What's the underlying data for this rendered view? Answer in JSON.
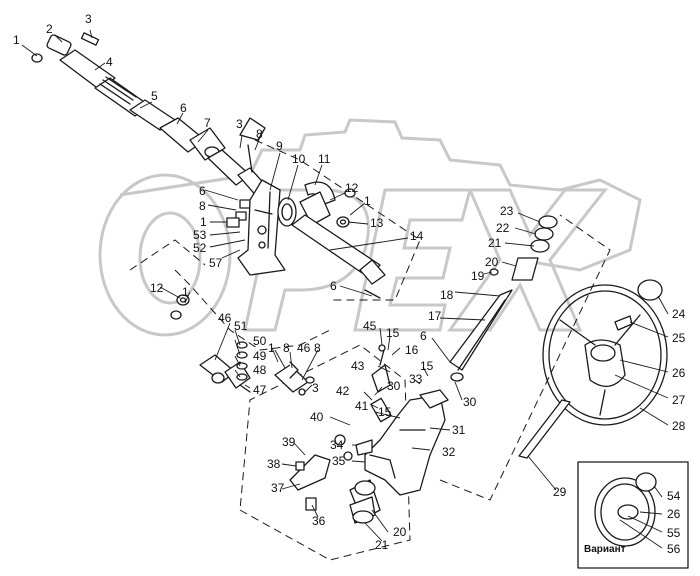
{
  "watermark": {
    "text": "OPEX",
    "color": "#c8c8c8"
  },
  "callouts": [
    "1",
    "2",
    "3",
    "4",
    "5",
    "6",
    "7",
    "3",
    "8",
    "9",
    "10",
    "11",
    "6",
    "8",
    "12",
    "1",
    "1",
    "13",
    "53",
    "52",
    "57",
    "14",
    "6",
    "12",
    "1",
    "46",
    "51",
    "50",
    "49",
    "48",
    "47",
    "1",
    "8",
    "46",
    "8",
    "3",
    "23",
    "22",
    "21",
    "20",
    "19",
    "18",
    "17",
    "6",
    "45",
    "15",
    "16",
    "43",
    "15",
    "33",
    "30",
    "30",
    "42",
    "41",
    "15",
    "31",
    "40",
    "34",
    "32",
    "35",
    "39",
    "38",
    "37",
    "36",
    "20",
    "21",
    "24",
    "25",
    "26",
    "27",
    "28",
    "29",
    "54",
    "26",
    "55",
    "56"
  ],
  "inset": {
    "caption": "Вариант"
  },
  "colors": {
    "line": "#1a1a1a",
    "watermark": "#c8c8c8"
  }
}
